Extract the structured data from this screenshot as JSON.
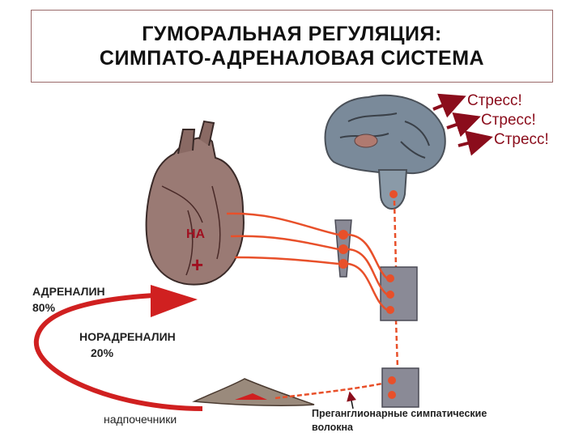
{
  "title": {
    "line1": "ГУМОРАЛЬНАЯ РЕГУЛЯЦИЯ:",
    "line2": "СИМПАТО-АДРЕНАЛОВАЯ СИСТЕМА"
  },
  "stress_labels": [
    "Стресс!",
    "Стресс!",
    "Стресс!"
  ],
  "labels": {
    "na": "НА",
    "plus": "+",
    "adrenalin": "АДРЕНАЛИН",
    "adrenalin_pct": "80%",
    "noradrenalin": "НОРАДРЕНАЛИН",
    "noradrenalin_pct": "20%",
    "adrenal": "надпочечники",
    "fibers_line1": "Преганглионарные симпатические",
    "fibers_line2": "волокна"
  },
  "colors": {
    "nerve": "#e8502a",
    "arrow_dark": "#8b0d1c",
    "heart": "#9a7a74",
    "brain": "#7a8a9a",
    "ganglion": "#8a8a96"
  }
}
